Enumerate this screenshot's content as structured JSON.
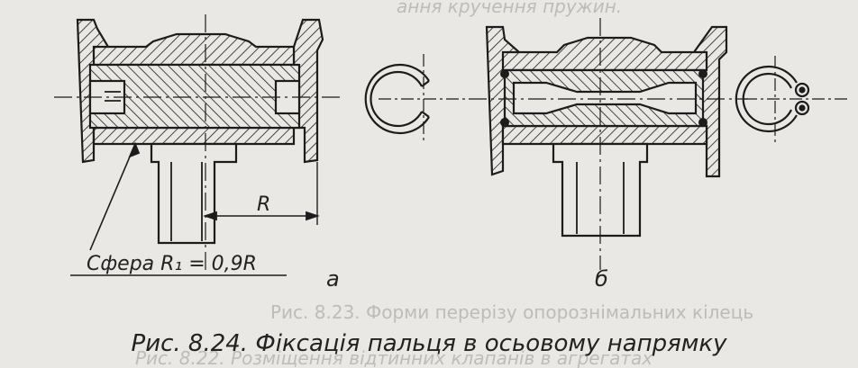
{
  "figure": {
    "caption": "Рис. 8.24. Фіксація пальця в осьовому напрямку",
    "labels": {
      "sphere_radius": "Сфера R₁ = 0,9R",
      "r_dim": "R",
      "view_a": "а",
      "view_b": "б"
    },
    "background_text": {
      "top_fragment": "ання кручення пружин.",
      "bottom_caption": "Рис. 8.23. Форми перерізу опорознімальних кілець",
      "bottom_caption_2": "Рис. 8.22. Розміщення відтинних клапанів в агрегатах"
    },
    "colors": {
      "paper": "#e9e8e4",
      "ink": "#1c1c1c",
      "bleed": "#bdbcb8"
    }
  }
}
